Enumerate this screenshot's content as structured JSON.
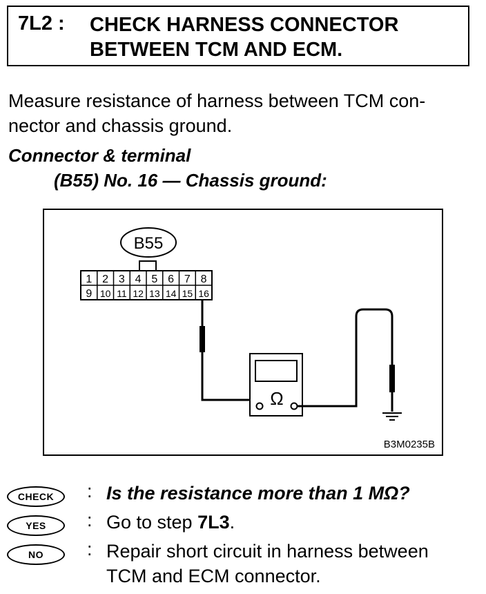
{
  "step": {
    "id": "7L2 :",
    "title_line1": "CHECK HARNESS CONNECTOR",
    "title_line2": "BETWEEN TCM AND ECM."
  },
  "instruction": {
    "line1": "Measure resistance of harness between TCM con-",
    "line2": "nector and chassis ground."
  },
  "spec": {
    "heading": "Connector & terminal",
    "line": "(B55) No. 16 — Chassis ground:"
  },
  "diagram": {
    "connector_label": "B55",
    "pins_row1": [
      "1",
      "2",
      "3",
      "4",
      "5",
      "6",
      "7",
      "8"
    ],
    "pins_row2": [
      "9",
      "10",
      "11",
      "12",
      "13",
      "14",
      "15",
      "16"
    ],
    "meter_symbol": "Ω",
    "figure_code": "B3M0235B"
  },
  "check": {
    "badge": "CHECK",
    "colon": ":",
    "question": "Is the resistance more than 1 MΩ?"
  },
  "yes": {
    "badge": "YES",
    "colon": ":",
    "text_prefix": "Go to step ",
    "text_step": "7L3",
    "text_suffix": "."
  },
  "no": {
    "badge": "NO",
    "colon": ":",
    "line1": "Repair short circuit in harness between",
    "line2": "TCM and ECM connector."
  }
}
